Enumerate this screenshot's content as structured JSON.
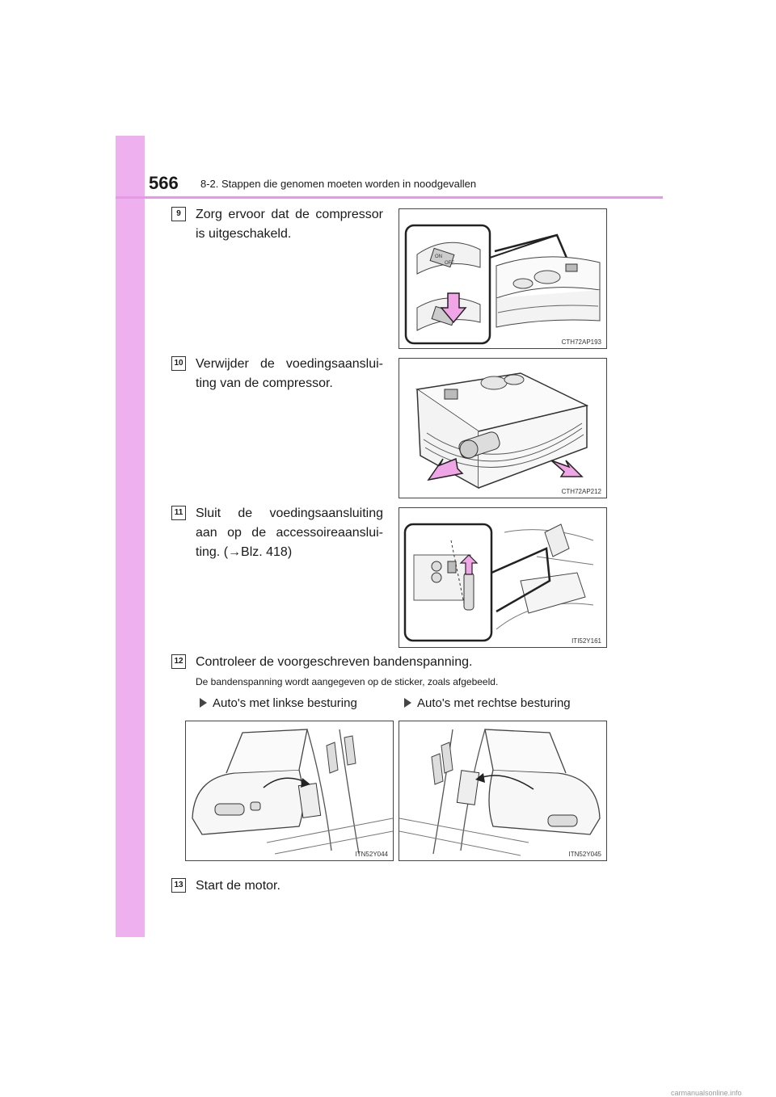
{
  "header": {
    "page_number": "566",
    "section_title": "8-2. Stappen die genomen moeten worden in noodgevallen"
  },
  "steps": [
    {
      "number": "9",
      "text": "Zorg ervoor dat de compressor is uitgeschakeld.",
      "figure_code": "CTH72AP193"
    },
    {
      "number": "10",
      "text": "Verwijder de voedingsaansluiting van de compressor.",
      "figure_code": "CTH72AP212"
    },
    {
      "number": "11",
      "text": "Sluit de voedingsaansluiting aan op de accessoireaansluiting. (→Blz. 418)",
      "figure_code": "ITI52Y161"
    },
    {
      "number": "12",
      "text": "Controleer de voorgeschreven bandenspanning.",
      "note": "De bandenspanning wordt aangegeven op de sticker, zoals afgebeeld."
    },
    {
      "number": "13",
      "text": "Start de motor."
    }
  ],
  "lines": {
    "s9_l1": "Zorg ervoor dat de compressor",
    "s9_l2": "is uitgeschakeld.",
    "s10_l1": "Verwijder de voedingsaanslui-",
    "s10_l2": "ting van de compressor.",
    "s11_l1": "Sluit de voedingsaansluiting",
    "s11_l2": "aan op de accessoireaanslui-",
    "s11_l3": "ting. (→Blz. 418)"
  },
  "switch_labels": {
    "on": "ON",
    "off": "OFF"
  },
  "variants": {
    "left": {
      "label": "Auto's met linkse besturing",
      "figure_code": "ITN52Y044"
    },
    "right": {
      "label": "Auto's met rechtse besturing",
      "figure_code": "ITN52Y045"
    }
  },
  "footer": {
    "watermark": "carmanualsonline.info"
  },
  "colors": {
    "sidebar": "#efb0ef",
    "rule": "#e49ae4",
    "arrow": "#f0a6e6"
  }
}
